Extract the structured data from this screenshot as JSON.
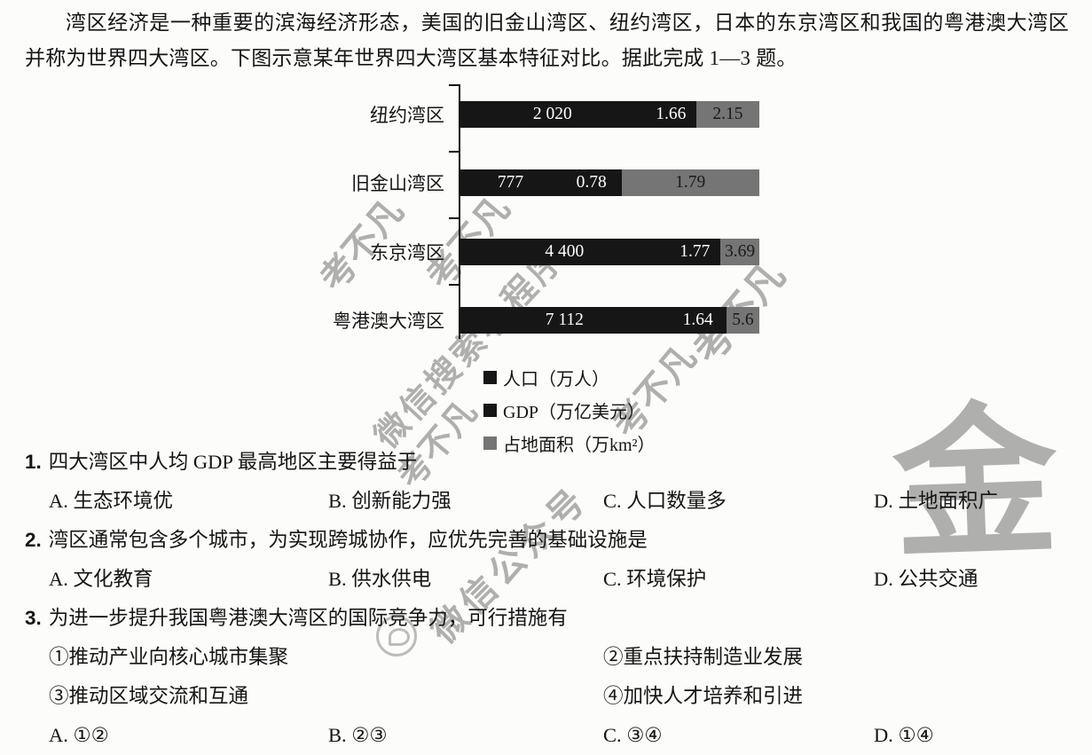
{
  "intro": {
    "text": "湾区经济是一种重要的滨海经济形态，美国的旧金山湾区、纽约湾区，日本的东京湾区和我国的粤港澳大湾区并称为世界四大湾区。下图示意某年世界四大湾区基本特征对比。据此完成 1—3 题。"
  },
  "chart_data": {
    "type": "bar",
    "orientation": "horizontal",
    "title": "某年世界四大湾区基本特征对比",
    "categories": [
      "纽约湾区",
      "旧金山湾区",
      "东京湾区",
      "粤港澳大湾区"
    ],
    "series": [
      {
        "name": "人口（万人）",
        "values": [
          2020,
          777,
          4400,
          7112
        ],
        "display": [
          "2 020",
          "777",
          "4 400",
          "7 112"
        ]
      },
      {
        "name": "GDP（万亿美元）",
        "values": [
          1.66,
          0.78,
          1.77,
          1.64
        ],
        "display": [
          "1.66",
          "0.78",
          "1.77",
          "1.64"
        ]
      },
      {
        "name": "占地面积（万km²）",
        "values": [
          2.15,
          1.79,
          3.69,
          5.6
        ],
        "display": [
          "2.15",
          "1.79",
          "3.69",
          "5.6"
        ]
      }
    ],
    "legend_position": "bottom",
    "layout": {
      "segment_widths_pct": [
        [
          62,
          17,
          21
        ],
        [
          34,
          20,
          46
        ],
        [
          70,
          17,
          13
        ],
        [
          70,
          19,
          11
        ]
      ],
      "series_colors": [
        "#161616",
        "#161616",
        "#757575"
      ],
      "series_text_colors": [
        "#ffffff",
        "#ffffff",
        "#1a1a1a"
      ]
    }
  },
  "questions": [
    {
      "number": "1.",
      "stem": "四大湾区中人均 GDP 最高地区主要得益于",
      "options": [
        "A. 生态环境优",
        "B. 创新能力强",
        "C. 人口数量多",
        "D. 土地面积广"
      ]
    },
    {
      "number": "2.",
      "stem": "湾区通常包含多个城市，为实现跨城协作，应优先完善的基础设施是",
      "options": [
        "A. 文化教育",
        "B. 供水供电",
        "C. 环境保护",
        "D. 公共交通"
      ]
    },
    {
      "number": "3.",
      "stem": "为进一步提升我国粤港澳大湾区的国际竞争力，可行措施有",
      "subitems": [
        "①推动产业向核心城市集聚",
        "②重点扶持制造业发展",
        "③推动区域交流和互通",
        "④加快人才培养和引进"
      ],
      "options": [
        "A. ①②",
        "B. ②③",
        "C. ③④",
        "D. ①④"
      ]
    }
  ],
  "watermarks": {
    "w1": "考不凡",
    "w2": "考不凡",
    "w3": "微信搜索小程序",
    "w4": "考不凡",
    "w5": "考不凡",
    "w6": "微信公众号",
    "w7": "考不凡",
    "seal": "金"
  }
}
